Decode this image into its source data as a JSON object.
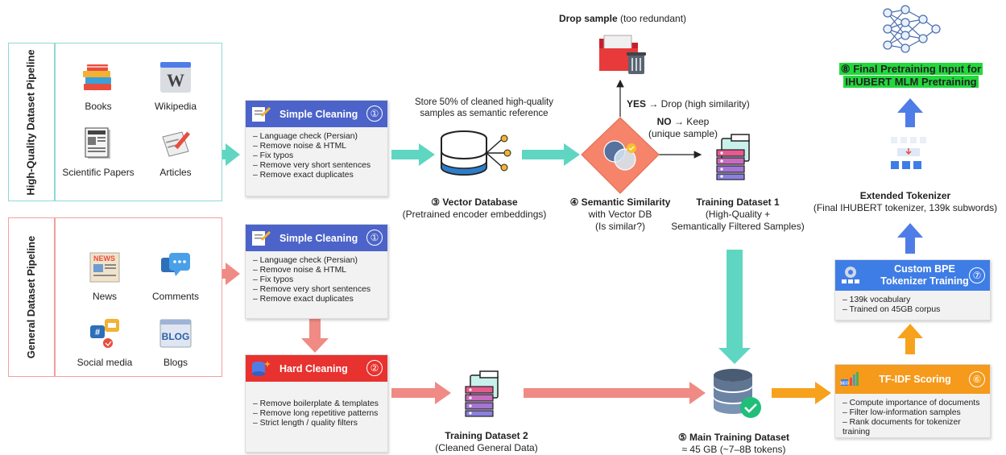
{
  "pipelines": {
    "hq_title": "High-Quality Dataset Pipeline",
    "general_title": "General Dataset Pipeline",
    "hq_sources": [
      {
        "label": "Books",
        "icon": "books-icon"
      },
      {
        "label": "Wikipedia",
        "icon": "wikipedia-icon"
      },
      {
        "label": "Scientific Papers",
        "icon": "scientific-paper-icon"
      },
      {
        "label": "Articles",
        "icon": "articles-icon"
      }
    ],
    "general_sources": [
      {
        "label": "News",
        "icon": "news-icon"
      },
      {
        "label": "Comments",
        "icon": "comments-icon"
      },
      {
        "label": "Social media",
        "icon": "social-media-icon"
      },
      {
        "label": "Blogs",
        "icon": "blog-icon"
      }
    ]
  },
  "cards": {
    "simple_hq": {
      "title": "Simple Cleaning",
      "num": "①",
      "items": [
        "Language check (Persian)",
        "Remove noise & HTML",
        "Fix typos",
        "Remove very short sentences",
        "Remove exact duplicates"
      ]
    },
    "simple_gen": {
      "title": "Simple Cleaning",
      "num": "①",
      "items": [
        "Language check (Persian)",
        "Remove noise & HTML",
        "Fix typos",
        "Remove very short sentences",
        "Remove exact duplicates"
      ]
    },
    "hard": {
      "title": "Hard Cleaning",
      "num": "②",
      "items": [
        "Remove boilerplate & templates",
        "Remove long repetitive patterns",
        "Strict length / quality filters"
      ]
    },
    "bpe": {
      "title_line1": "Custom BPE",
      "title_line2": "Tokenizer Training",
      "num": "⑦",
      "items": [
        "139k vocabulary",
        "Trained on 45GB corpus"
      ]
    },
    "tfidf": {
      "title": "TF-IDF Scoring",
      "num": "⑥",
      "items": [
        "Compute importance of documents",
        "Filter low-information samples",
        "Rank documents for tokenizer training"
      ]
    }
  },
  "nodes": {
    "store_note": [
      "Store 50% of cleaned high-quality",
      "samples as semantic reference"
    ],
    "vector_db": {
      "title": "③ Vector Database",
      "sub": "(Pretrained encoder embeddings)"
    },
    "similarity": {
      "title": "④ Semantic Similarity",
      "line2": "with Vector DB",
      "line3": "(Is similar?)"
    },
    "drop": {
      "bold": "Drop sample",
      "rest": " (too redundant)"
    },
    "yes_edge": {
      "bold": "YES",
      "rest": " → Drop (high similarity)"
    },
    "no_edge": {
      "bold": "NO",
      "rest": " → Keep",
      "line2": "(unique sample)"
    },
    "td1": {
      "title": "Training Dataset 1",
      "line2": "(High-Quality +",
      "line3": "Semantically Filtered Samples)"
    },
    "td2": {
      "title": "Training Dataset 2",
      "line2": "(Cleaned General Data)"
    },
    "main": {
      "title": "⑤ Main Training Dataset",
      "line2": "≈ 45 GB (~7–8B tokens)"
    },
    "ext_tok": {
      "title": "Extended Tokenizer",
      "line2": "(Final IHUBERT tokenizer, 139k subwords)"
    },
    "final": {
      "line1": "⑧ Final Pretraining Input for",
      "line2": "IHUBERT MLM Pretraining"
    }
  },
  "colors": {
    "teal": "#5fd6c2",
    "salmon": "#f08a84",
    "blue": "#4f7de8",
    "orange": "#f7a21c",
    "green_highlight": "#22d83c",
    "simple_head": "#4c63c9",
    "hard_head": "#e8322f",
    "bpe_head": "#3f7de6",
    "tfidf_head": "#f59a1b",
    "diamond": "#f5846a"
  }
}
